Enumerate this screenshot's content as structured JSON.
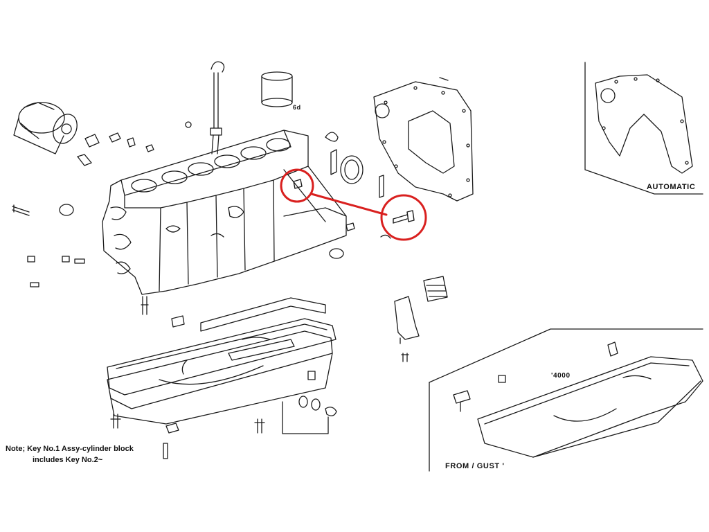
{
  "labels": {
    "automatic": "AUTOMATIC",
    "part_6d": "6d",
    "part_4000": "'4000",
    "from_gust": "FROM /   GUST '"
  },
  "note": {
    "line1": "Note; Key No.1 Assy-cylinder block",
    "line2": "includes Key No.2~"
  },
  "colors": {
    "ink": "#1a1a1a",
    "highlight": "#d9201f"
  }
}
